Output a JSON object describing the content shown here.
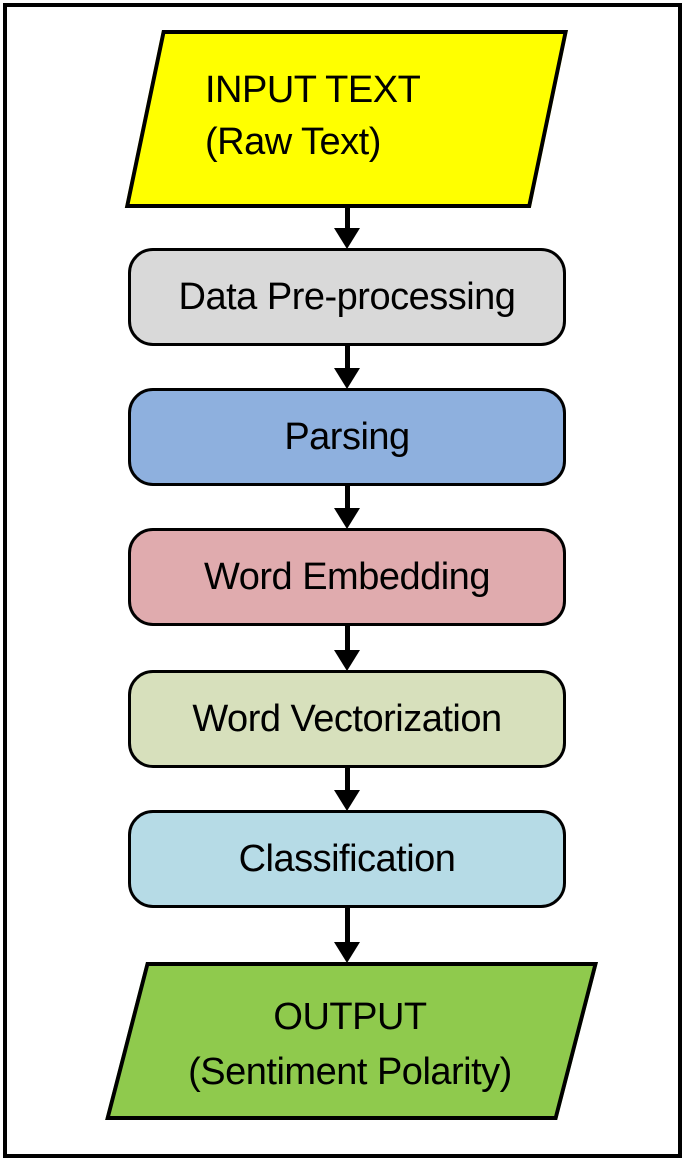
{
  "diagram": {
    "type": "flowchart",
    "description": "Sentiment analysis pipeline flowchart",
    "colors": {
      "outline": "#000000",
      "arrow": "#000000",
      "frame": "#000000",
      "background": "#ffffff"
    },
    "nodes": {
      "input": {
        "shape": "parallelogram",
        "line1": "INPUT TEXT",
        "line2": "(Raw Text)",
        "fill": "#FFFF00"
      },
      "preprocessing": {
        "shape": "rounded-rect",
        "label": "Data Pre-processing",
        "fill": "#D9D9D9"
      },
      "parsing": {
        "shape": "rounded-rect",
        "label": "Parsing",
        "fill": "#8EB0DE"
      },
      "embedding": {
        "shape": "rounded-rect",
        "label": "Word Embedding",
        "fill": "#E0ABAE"
      },
      "vectorization": {
        "shape": "rounded-rect",
        "label": "Word Vectorization",
        "fill": "#D7E0BC"
      },
      "classification": {
        "shape": "rounded-rect",
        "label": "Classification",
        "fill": "#B6DBE6"
      },
      "output": {
        "shape": "parallelogram",
        "line1": "OUTPUT",
        "line2": "(Sentiment Polarity)",
        "fill": "#8FCA4D"
      }
    },
    "edges": [
      {
        "from": "input",
        "to": "preprocessing"
      },
      {
        "from": "preprocessing",
        "to": "parsing"
      },
      {
        "from": "parsing",
        "to": "embedding"
      },
      {
        "from": "embedding",
        "to": "vectorization"
      },
      {
        "from": "vectorization",
        "to": "classification"
      },
      {
        "from": "classification",
        "to": "output"
      }
    ]
  }
}
